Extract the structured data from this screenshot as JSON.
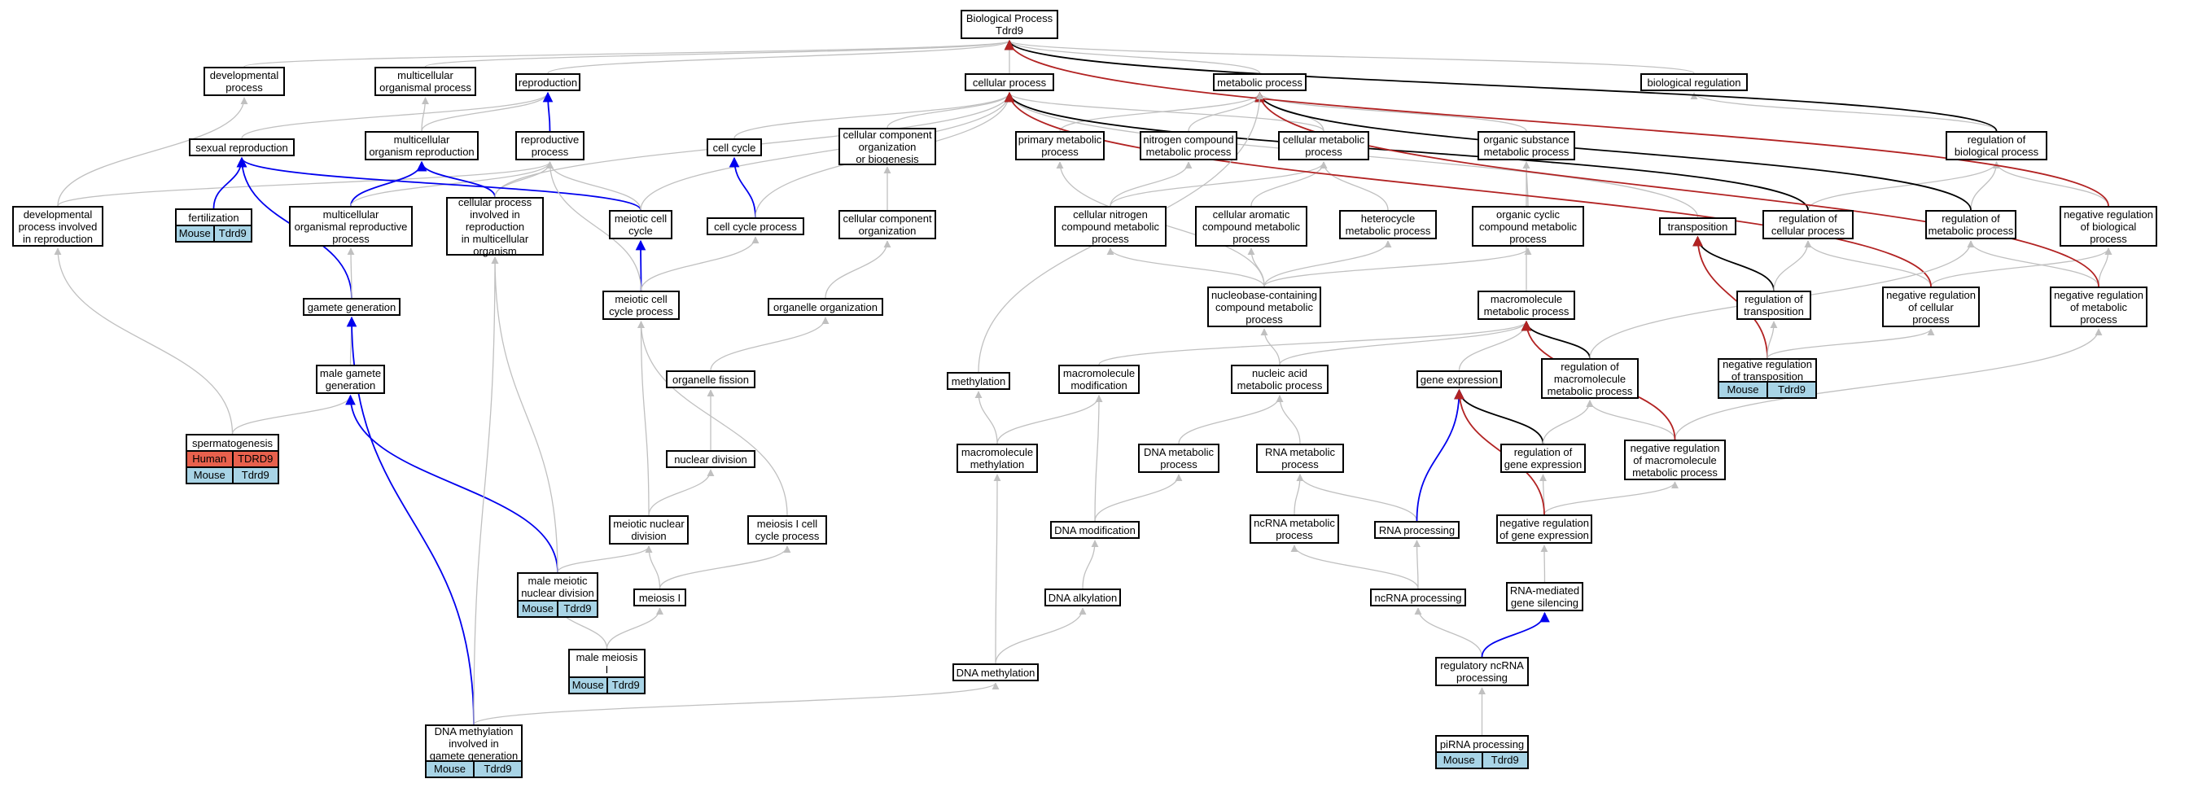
{
  "nodes": {
    "bp": "Biological Process\nTdrd9",
    "dev_proc": "developmental\nprocess",
    "multi_org_proc": "multicellular\norganismal process",
    "reproduction": "reproduction",
    "cellular_proc": "cellular process",
    "metabolic_proc": "metabolic process",
    "bio_reg": "biological regulation",
    "sexual_repro": "sexual reproduction",
    "multi_org_repro": "multicellular\norganism reproduction",
    "repro_proc": "reproductive\nprocess",
    "cell_cycle": "cell cycle",
    "cc_org_biog": "cellular component\norganization\nor biogenesis",
    "primary_met": "primary metabolic\nprocess",
    "nitrogen_met": "nitrogen compound\nmetabolic process",
    "cell_met": "cellular metabolic\nprocess",
    "org_sub_met": "organic substance\nmetabolic process",
    "reg_bio": "regulation of\nbiological process",
    "dev_proc_repro": "developmental\nprocess involved\nin reproduction",
    "fertilization": "fertilization",
    "multi_repro_proc": "multicellular\norganismal reproductive\nprocess",
    "cp_in_repro": "cellular process\ninvolved in\nreproduction\nin multicellular\norganism",
    "meiotic_cc": "meiotic cell\ncycle",
    "cc_proc": "cell cycle process",
    "cc_org": "cellular component\norganization",
    "cell_nitro": "cellular nitrogen\ncompound metabolic\nprocess",
    "cell_arom": "cellular aromatic\ncompound metabolic\nprocess",
    "heterocycle": "heterocycle\nmetabolic process",
    "org_cyclic": "organic cyclic\ncompound metabolic\nprocess",
    "transposition": "transposition",
    "reg_cell": "regulation of\ncellular process",
    "reg_met": "regulation of\nmetabolic process",
    "neg_reg_bio": "negative regulation\nof biological\nprocess",
    "gamete_gen": "gamete generation",
    "meiotic_ccp": "meiotic cell\ncycle process",
    "organelle_org": "organelle organization",
    "nucleobase": "nucleobase-containing\ncompound metabolic\nprocess",
    "macro_met": "macromolecule\nmetabolic process",
    "reg_transp": "regulation of\ntransposition",
    "neg_reg_cell": "negative regulation\nof cellular\nprocess",
    "neg_reg_met": "negative regulation\nof metabolic\nprocess",
    "male_gamete": "male gamete\ngeneration",
    "organelle_fission": "organelle fission",
    "methylation": "methylation",
    "macro_mod": "macromolecule\nmodification",
    "nucleic_met": "nucleic acid\nmetabolic process",
    "gene_expr": "gene expression",
    "reg_macro_met": "regulation of\nmacromolecule\nmetabolic process",
    "neg_reg_transp": "negative regulation\nof transposition",
    "spermatogenesis": "spermatogenesis",
    "nuclear_div": "nuclear division",
    "macro_methyl": "macromolecule\nmethylation",
    "dna_met": "DNA metabolic\nprocess",
    "rna_met": "RNA metabolic\nprocess",
    "reg_gene_expr": "regulation of\ngene expression",
    "neg_reg_macro": "negative regulation\nof macromolecule\nmetabolic process",
    "meiotic_nuc_div": "meiotic nuclear\ndivision",
    "meiosis1_ccp": "meiosis I cell\ncycle process",
    "dna_mod": "DNA modification",
    "ncrna_met": "ncRNA metabolic\nprocess",
    "rna_proc": "RNA processing",
    "neg_reg_gene": "negative regulation\nof gene expression",
    "male_meiotic": "male meiotic\nnuclear division",
    "meiosis1": "meiosis I",
    "dna_alk": "DNA alkylation",
    "ncrna_proc": "ncRNA processing",
    "rna_silencing": "RNA-mediated\ngene silencing",
    "male_meiosis1": "male meiosis\nI",
    "dna_methylation": "DNA methylation",
    "reg_ncrna": "regulatory ncRNA\nprocessing",
    "dna_meth_gamete": "DNA methylation\ninvolved in\ngamete generation",
    "pirna": "piRNA processing"
  },
  "annotations": {
    "fertilization": [
      [
        "Mouse",
        "Tdrd9"
      ]
    ],
    "spermatogenesis": [
      [
        "Human",
        "TDRD9"
      ],
      [
        "Mouse",
        "Tdrd9"
      ]
    ],
    "male_meiotic": [
      [
        "Mouse",
        "Tdrd9"
      ]
    ],
    "male_meiosis1": [
      [
        "Mouse",
        "Tdrd9"
      ]
    ],
    "dna_meth_gamete": [
      [
        "Mouse",
        "Tdrd9"
      ]
    ],
    "neg_reg_transp": [
      [
        "Mouse",
        "Tdrd9"
      ]
    ],
    "pirna": [
      [
        "Mouse",
        "Tdrd9"
      ]
    ]
  },
  "colors": {
    "default_edge": "#c0c0c0",
    "part_of_edge": "#0000ee",
    "regulates_edge": "#000000",
    "neg_regulates_edge": "#b22222",
    "mouse": "#a8d4e6",
    "human": "#e8614d"
  }
}
